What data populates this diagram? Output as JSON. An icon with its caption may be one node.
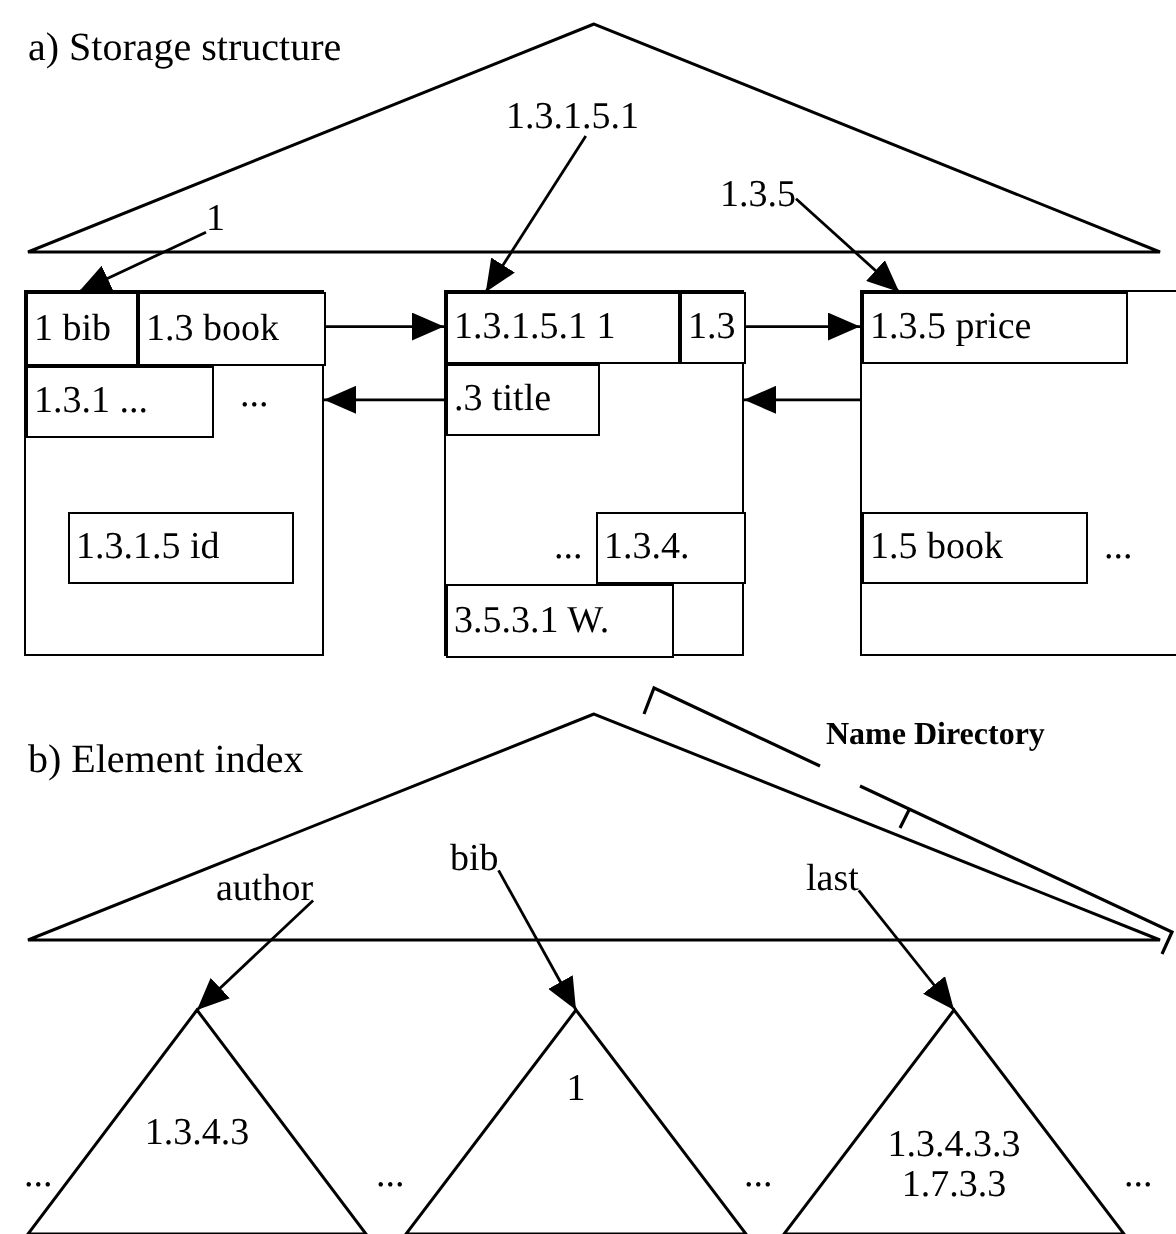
{
  "diagram": {
    "nodes": [
      {
        "text": [],
        "shape": "triangle"
      },
      {
        "text": [],
        "shape": "box"
      },
      {
        "text": [
          "1 bib"
        ],
        "in": 1
      },
      {
        "text": [
          "1.3 book"
        ],
        "in": 1
      },
      {
        "text": [
          "1.3.1 ..."
        ],
        "in": 1
      },
      {
        "text": [
          "1.3.1.5 id"
        ],
        "in": 1
      },
      {
        "text": [],
        "shape": "box"
      },
      {
        "text": [
          "1.3.1.5.1 1"
        ],
        "in": 6
      },
      {
        "text": [
          "1.3"
        ],
        "in": 6
      },
      {
        "text": [
          ".3 title"
        ],
        "in": 6
      },
      {
        "text": [
          "1.3.4."
        ],
        "in": 6
      },
      {
        "text": [
          "3.5.3.1 W."
        ],
        "in": 6
      },
      {
        "text": [],
        "shape": "box"
      },
      {
        "text": [
          "1.3.5 price"
        ],
        "in": 12
      },
      {
        "text": [
          "1.5 book"
        ],
        "in": 12
      },
      {
        "text": [
          "1"
        ],
        "in": 0
      },
      {
        "text": [
          "1.3.1.5.1"
        ],
        "in": 0
      },
      {
        "text": [
          "1.3.5"
        ],
        "in": 0
      },
      {
        "text": [],
        "shape": "triangle"
      },
      {
        "text": [
          "author"
        ],
        "in": 18
      },
      {
        "text": [
          "bib"
        ],
        "in": 18
      },
      {
        "text": [
          "last"
        ],
        "in": 18
      },
      {
        "text": [
          "1.3.4.3"
        ]
      },
      {
        "text": [
          "1"
        ]
      },
      {
        "text": [
          "1.3.4.3.3",
          "1.7.3.3"
        ]
      }
    ],
    "edges": [
      {
        "from": 15,
        "to": 2,
        "arrow": "to"
      },
      {
        "from": 16,
        "to": 7,
        "arrow": "to"
      },
      {
        "from": 17,
        "to": 13,
        "arrow": "to"
      },
      {
        "from": 1,
        "to": 6,
        "arrow": "to"
      },
      {
        "from": 6,
        "to": 1,
        "arrow": "to"
      },
      {
        "from": 6,
        "to": 12,
        "arrow": "to"
      },
      {
        "from": 12,
        "to": 6,
        "arrow": "to"
      },
      {
        "from": 19,
        "to": 22,
        "arrow": "to"
      },
      {
        "from": 20,
        "to": 23,
        "arrow": "to"
      },
      {
        "from": 21,
        "to": 24,
        "arrow": "to"
      }
    ],
    "labels": [
      "a) Storage structure",
      "...",
      "...",
      "...",
      "b) Element index",
      "Name Directory",
      "...",
      "...",
      "...",
      "..."
    ]
  }
}
